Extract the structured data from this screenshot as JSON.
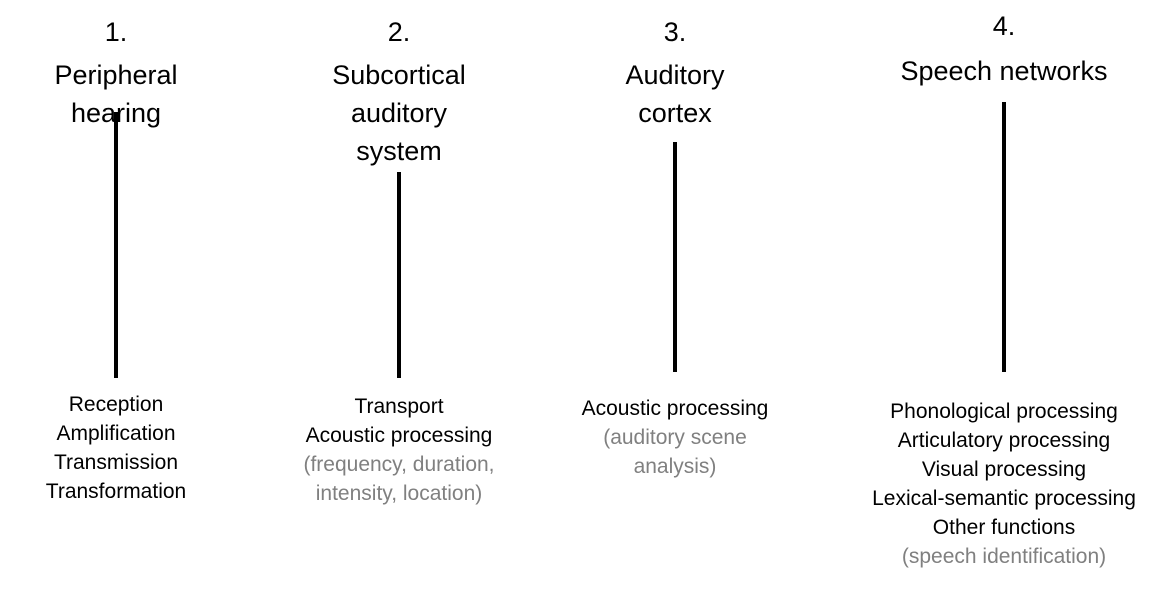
{
  "columns": [
    {
      "number": "1.",
      "title": "Peripheral hearing",
      "functions": [
        {
          "text": "Reception",
          "style": "normal"
        },
        {
          "text": "Amplification",
          "style": "normal"
        },
        {
          "text": "Transmission",
          "style": "normal"
        },
        {
          "text": "Transformation",
          "style": "normal"
        }
      ]
    },
    {
      "number": "2.",
      "title": "Subcortical auditory system",
      "functions": [
        {
          "text": "Transport",
          "style": "normal"
        },
        {
          "text": "Acoustic processing",
          "style": "normal"
        },
        {
          "text": "(frequency, duration, intensity, location)",
          "style": "muted"
        }
      ]
    },
    {
      "number": "3.",
      "title": "Auditory cortex",
      "functions": [
        {
          "text": "Acoustic processing",
          "style": "normal"
        },
        {
          "text": "(auditory scene analysis)",
          "style": "muted"
        }
      ]
    },
    {
      "number": "4.",
      "title": "Speech networks",
      "functions": [
        {
          "text": "Phonological processing",
          "style": "normal"
        },
        {
          "text": "Articulatory processing",
          "style": "normal"
        },
        {
          "text": "Visual processing",
          "style": "normal"
        },
        {
          "text": "Lexical-semantic processing",
          "style": "normal"
        },
        {
          "text": "Other functions",
          "style": "normal"
        },
        {
          "text": "(speech identification)",
          "style": "muted"
        }
      ]
    }
  ],
  "colors": {
    "text": "#000000",
    "muted": "#808080",
    "line": "#000000",
    "background": "#ffffff"
  }
}
